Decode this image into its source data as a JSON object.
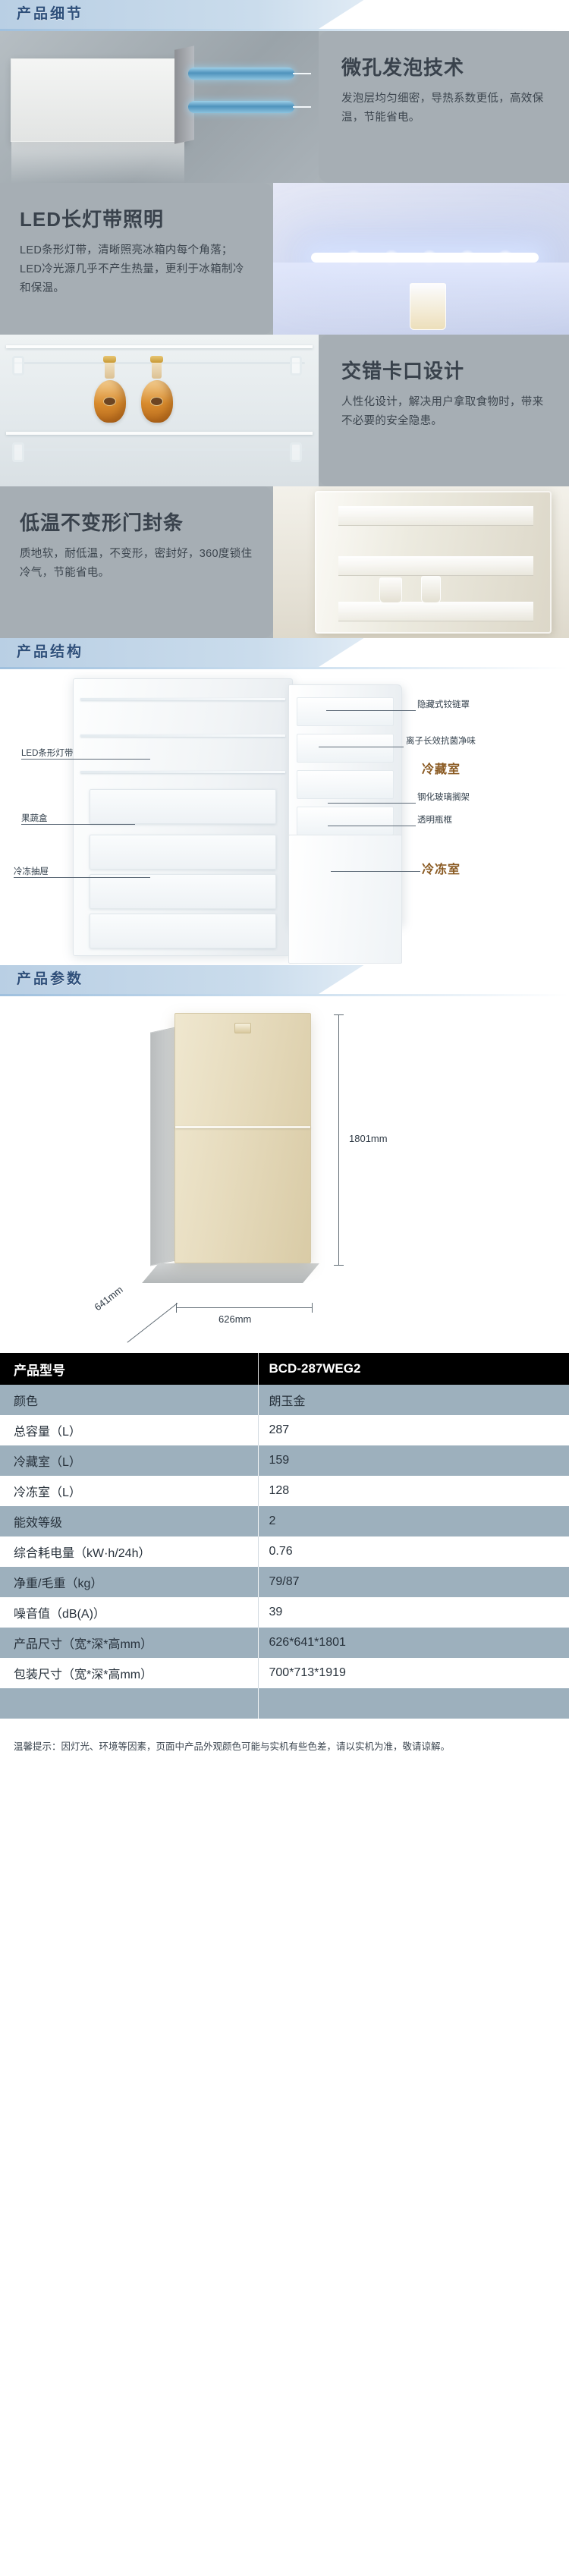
{
  "sections": {
    "details_title": "产品细节",
    "structure_title": "产品结构",
    "params_title": "产品参数"
  },
  "features": [
    {
      "title": "微孔发泡技术",
      "desc": "发泡层均匀细密，导热系数更低，高效保温，节能省电。",
      "image_alt": "微孔发泡保温层剖面示意图"
    },
    {
      "title": "LED长灯带照明",
      "desc": "LED条形灯带，清晰照亮冰箱内每个角落；LED冷光源几乎不产生热量，更利于冰箱制冷和保温。",
      "image_alt": "冰箱内LED长灯带发光照片"
    },
    {
      "title": "交错卡口设计",
      "desc": "人性化设计，解决用户拿取食物时，带来不必要的安全隐患。",
      "image_alt": "冰箱搁架上并排摆放的两瓶洋酒"
    },
    {
      "title": "低温不变形门封条",
      "desc": "质地软，耐低温，不变形，密封好，360度锁住冷气，节能省电。",
      "image_alt": "冰箱门封条与门胆储物格照片"
    }
  ],
  "structure": {
    "labels_left": [
      {
        "text": "LED条形灯带"
      },
      {
        "text": "果蔬盒"
      },
      {
        "text": "冷冻抽屉"
      }
    ],
    "labels_right": [
      {
        "text": "隐藏式铰链罩",
        "emphasis": false
      },
      {
        "text": "离子长效抗菌净味",
        "emphasis": false
      },
      {
        "text": "冷藏室",
        "emphasis": true
      },
      {
        "text": "钢化玻璃搁架",
        "emphasis": false
      },
      {
        "text": "透明瓶框",
        "emphasis": false
      },
      {
        "text": "冷冻室",
        "emphasis": true
      }
    ],
    "accent_color": "#8a5a22"
  },
  "dimensions": {
    "height": "1801mm",
    "depth": "641mm",
    "width": "626mm"
  },
  "spec_table": {
    "header": {
      "label": "产品型号",
      "value": "BCD-287WEG2"
    },
    "rows": [
      {
        "label": "颜色",
        "value": "朗玉金"
      },
      {
        "label": "总容量（L）",
        "value": "287"
      },
      {
        "label": "冷藏室（L）",
        "value": "159"
      },
      {
        "label": "冷冻室（L）",
        "value": "128"
      },
      {
        "label": "能效等级",
        "value": "2"
      },
      {
        "label": "综合耗电量（kW·h/24h）",
        "value": "0.76"
      },
      {
        "label": "净重/毛重（kg）",
        "value": "79/87"
      },
      {
        "label": "噪音值（dB(A)）",
        "value": "39"
      },
      {
        "label": "产品尺寸（宽*深*高mm）",
        "value": "626*641*1801"
      },
      {
        "label": "包装尺寸（宽*深*高mm）",
        "value": "700*713*1919"
      }
    ]
  },
  "note": "温馨提示：因灯光、环境等因素，页面中产品外观颜色可能与实机有些色差，请以实机为准，敬请谅解。",
  "colors": {
    "banner_blue": "#2e4f7a",
    "table_header_bg": "#000000",
    "table_even_bg": "#9db0bd",
    "accent_brown": "#8a5a22"
  }
}
